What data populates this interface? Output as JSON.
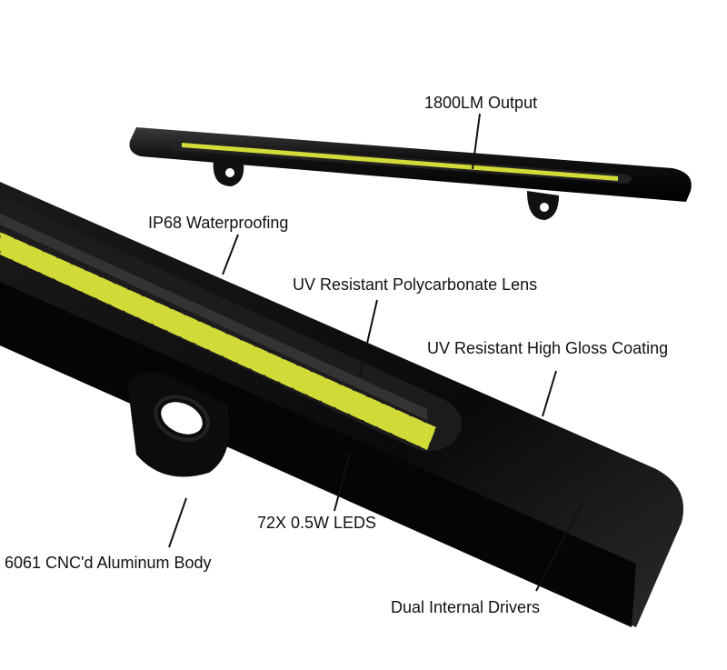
{
  "callouts": {
    "output": "1800LM Output",
    "waterproofing": "IP68 Waterproofing",
    "lens": "UV Resistant Polycarbonate Lens",
    "coating": "UV Resistant High Gloss Coating",
    "leds": "72X 0.5W LEDS",
    "body": "6061 CNC'd Aluminum Body",
    "drivers": "Dual Internal Drivers"
  },
  "colors": {
    "led": "#e6ef3a",
    "body": "#0c0c0c"
  }
}
